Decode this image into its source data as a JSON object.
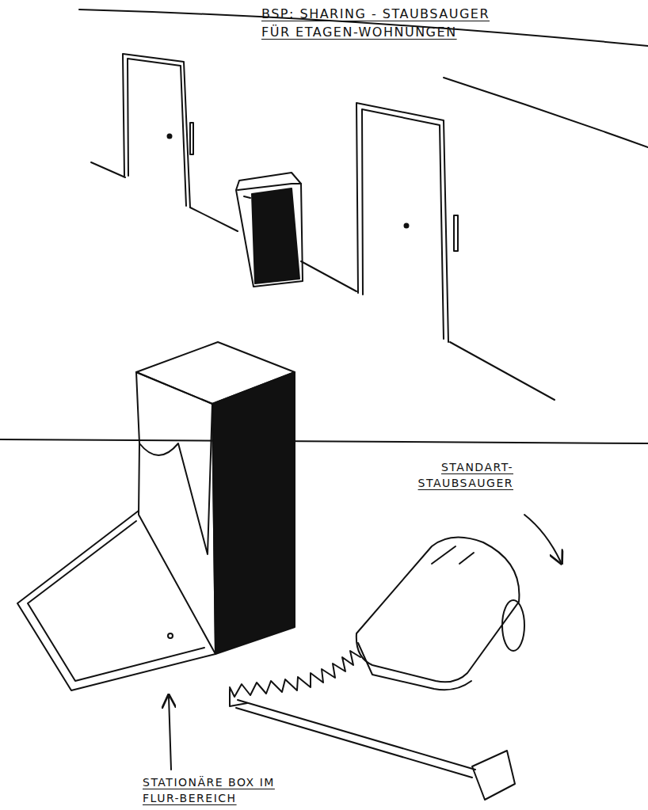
{
  "diagram": {
    "title": "BSP: SHARING - STAUBSAUGER FÜR ETAGEN-WOHNUNGEN",
    "labels": [
      "STANDART- STAUBSAUGER",
      "STATIONÄRE BOX IM FLUR-BEREICH"
    ]
  }
}
